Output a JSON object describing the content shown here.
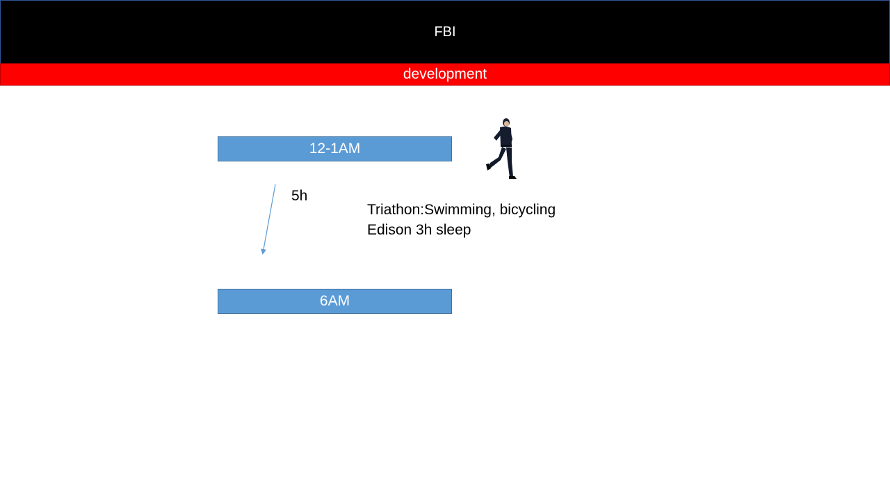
{
  "title": "FBI",
  "subtitle": "development",
  "timeline": {
    "start_label": "12-1AM",
    "end_label": "6AM",
    "duration_label": "5h"
  },
  "notes": [
    "Triathon:Swimming, bicycling",
    "Edison 3h sleep"
  ],
  "colors": {
    "title_bg": "#000000",
    "subtitle_bg": "#ff0000",
    "box_fill": "#5b9bd5",
    "arrow": "#5b9bd5"
  },
  "icons": {
    "runner": "running-officer-icon"
  }
}
